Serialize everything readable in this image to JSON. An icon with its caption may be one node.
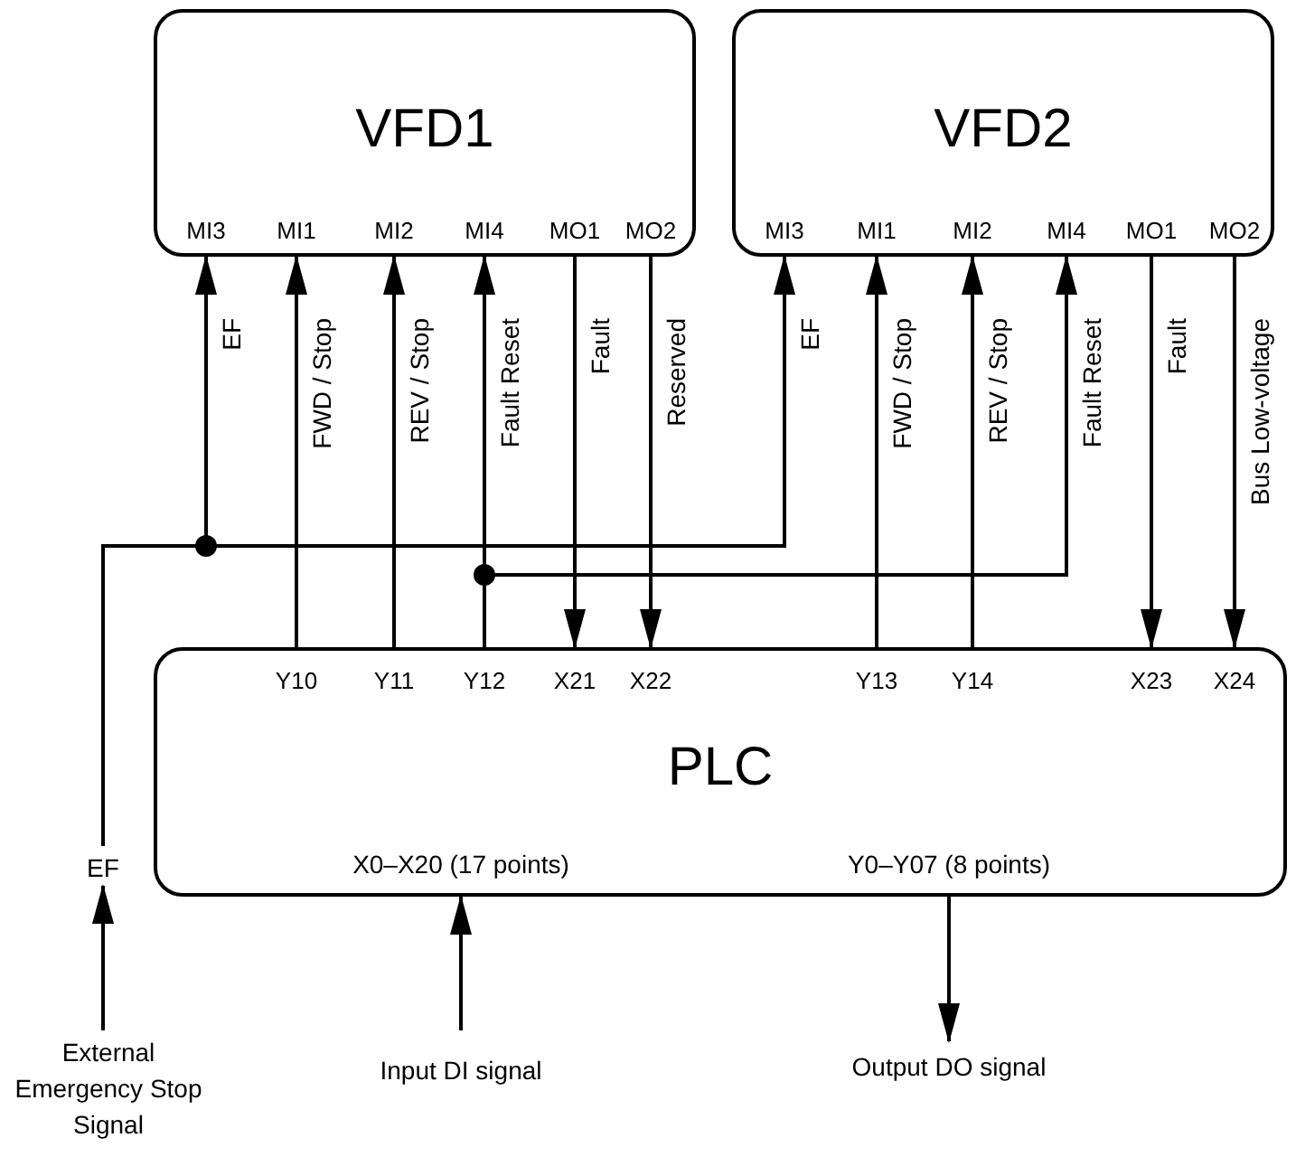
{
  "diagram": {
    "nodes": [
      {
        "text": [
          "VFD1"
        ]
      },
      {
        "text": [
          "MI3"
        ],
        "in": 0
      },
      {
        "text": [
          "MI1"
        ],
        "in": 0
      },
      {
        "text": [
          "MI2"
        ],
        "in": 0
      },
      {
        "text": [
          "MI4"
        ],
        "in": 0
      },
      {
        "text": [
          "MO1"
        ],
        "in": 0
      },
      {
        "text": [
          "MO2"
        ],
        "in": 0
      },
      {
        "text": [
          "VFD2"
        ]
      },
      {
        "text": [
          "MI3"
        ],
        "in": 7
      },
      {
        "text": [
          "MI1"
        ],
        "in": 7
      },
      {
        "text": [
          "MI2"
        ],
        "in": 7
      },
      {
        "text": [
          "MI4"
        ],
        "in": 7
      },
      {
        "text": [
          "MO1"
        ],
        "in": 7
      },
      {
        "text": [
          "MO2"
        ],
        "in": 7
      },
      {
        "text": [
          "PLC"
        ]
      },
      {
        "text": [
          "Y10"
        ],
        "in": 14
      },
      {
        "text": [
          "Y11"
        ],
        "in": 14
      },
      {
        "text": [
          "Y12"
        ],
        "in": 14
      },
      {
        "text": [
          "X21"
        ],
        "in": 14
      },
      {
        "text": [
          "X22"
        ],
        "in": 14
      },
      {
        "text": [
          "Y13"
        ],
        "in": 14
      },
      {
        "text": [
          "Y14"
        ],
        "in": 14
      },
      {
        "text": [
          "X23"
        ],
        "in": 14
      },
      {
        "text": [
          "X24"
        ],
        "in": 14
      },
      {
        "text": [
          "X0–X20 (17 points)"
        ],
        "in": 14
      },
      {
        "text": [
          "Y0–Y07 (8 points)"
        ],
        "in": 14
      },
      {
        "text": [
          "EF"
        ]
      },
      {
        "text": [
          "External Emergency Stop Signal"
        ]
      },
      {
        "text": [
          "Input DI signal"
        ]
      },
      {
        "text": [
          "Output DO signal"
        ]
      }
    ],
    "edges": [
      {
        "from": 26,
        "to": 1,
        "arrow": "to",
        "label": "EF"
      },
      {
        "from": 15,
        "to": 2,
        "arrow": "to",
        "label": "FWD / Stop"
      },
      {
        "from": 16,
        "to": 3,
        "arrow": "to",
        "label": "REV / Stop"
      },
      {
        "from": 17,
        "to": 4,
        "arrow": "to",
        "label": "Fault Reset"
      },
      {
        "from": 5,
        "to": 18,
        "arrow": "to",
        "label": "Fault"
      },
      {
        "from": 6,
        "to": 19,
        "arrow": "to",
        "label": "Reserved"
      },
      {
        "from": 26,
        "to": 8,
        "arrow": "to",
        "label": "EF"
      },
      {
        "from": 20,
        "to": 9,
        "arrow": "to",
        "label": "FWD / Stop"
      },
      {
        "from": 21,
        "to": 10,
        "arrow": "to",
        "label": "REV / Stop"
      },
      {
        "from": 17,
        "to": 11,
        "arrow": "to",
        "label": "Fault Reset"
      },
      {
        "from": 12,
        "to": 22,
        "arrow": "to",
        "label": "Fault"
      },
      {
        "from": 13,
        "to": 23,
        "arrow": "to",
        "label": "Bus Low-voltage"
      },
      {
        "from": 27,
        "to": 26,
        "arrow": "to"
      },
      {
        "from": 28,
        "to": 24,
        "arrow": "to"
      },
      {
        "from": 25,
        "to": 29,
        "arrow": "to"
      }
    ]
  }
}
